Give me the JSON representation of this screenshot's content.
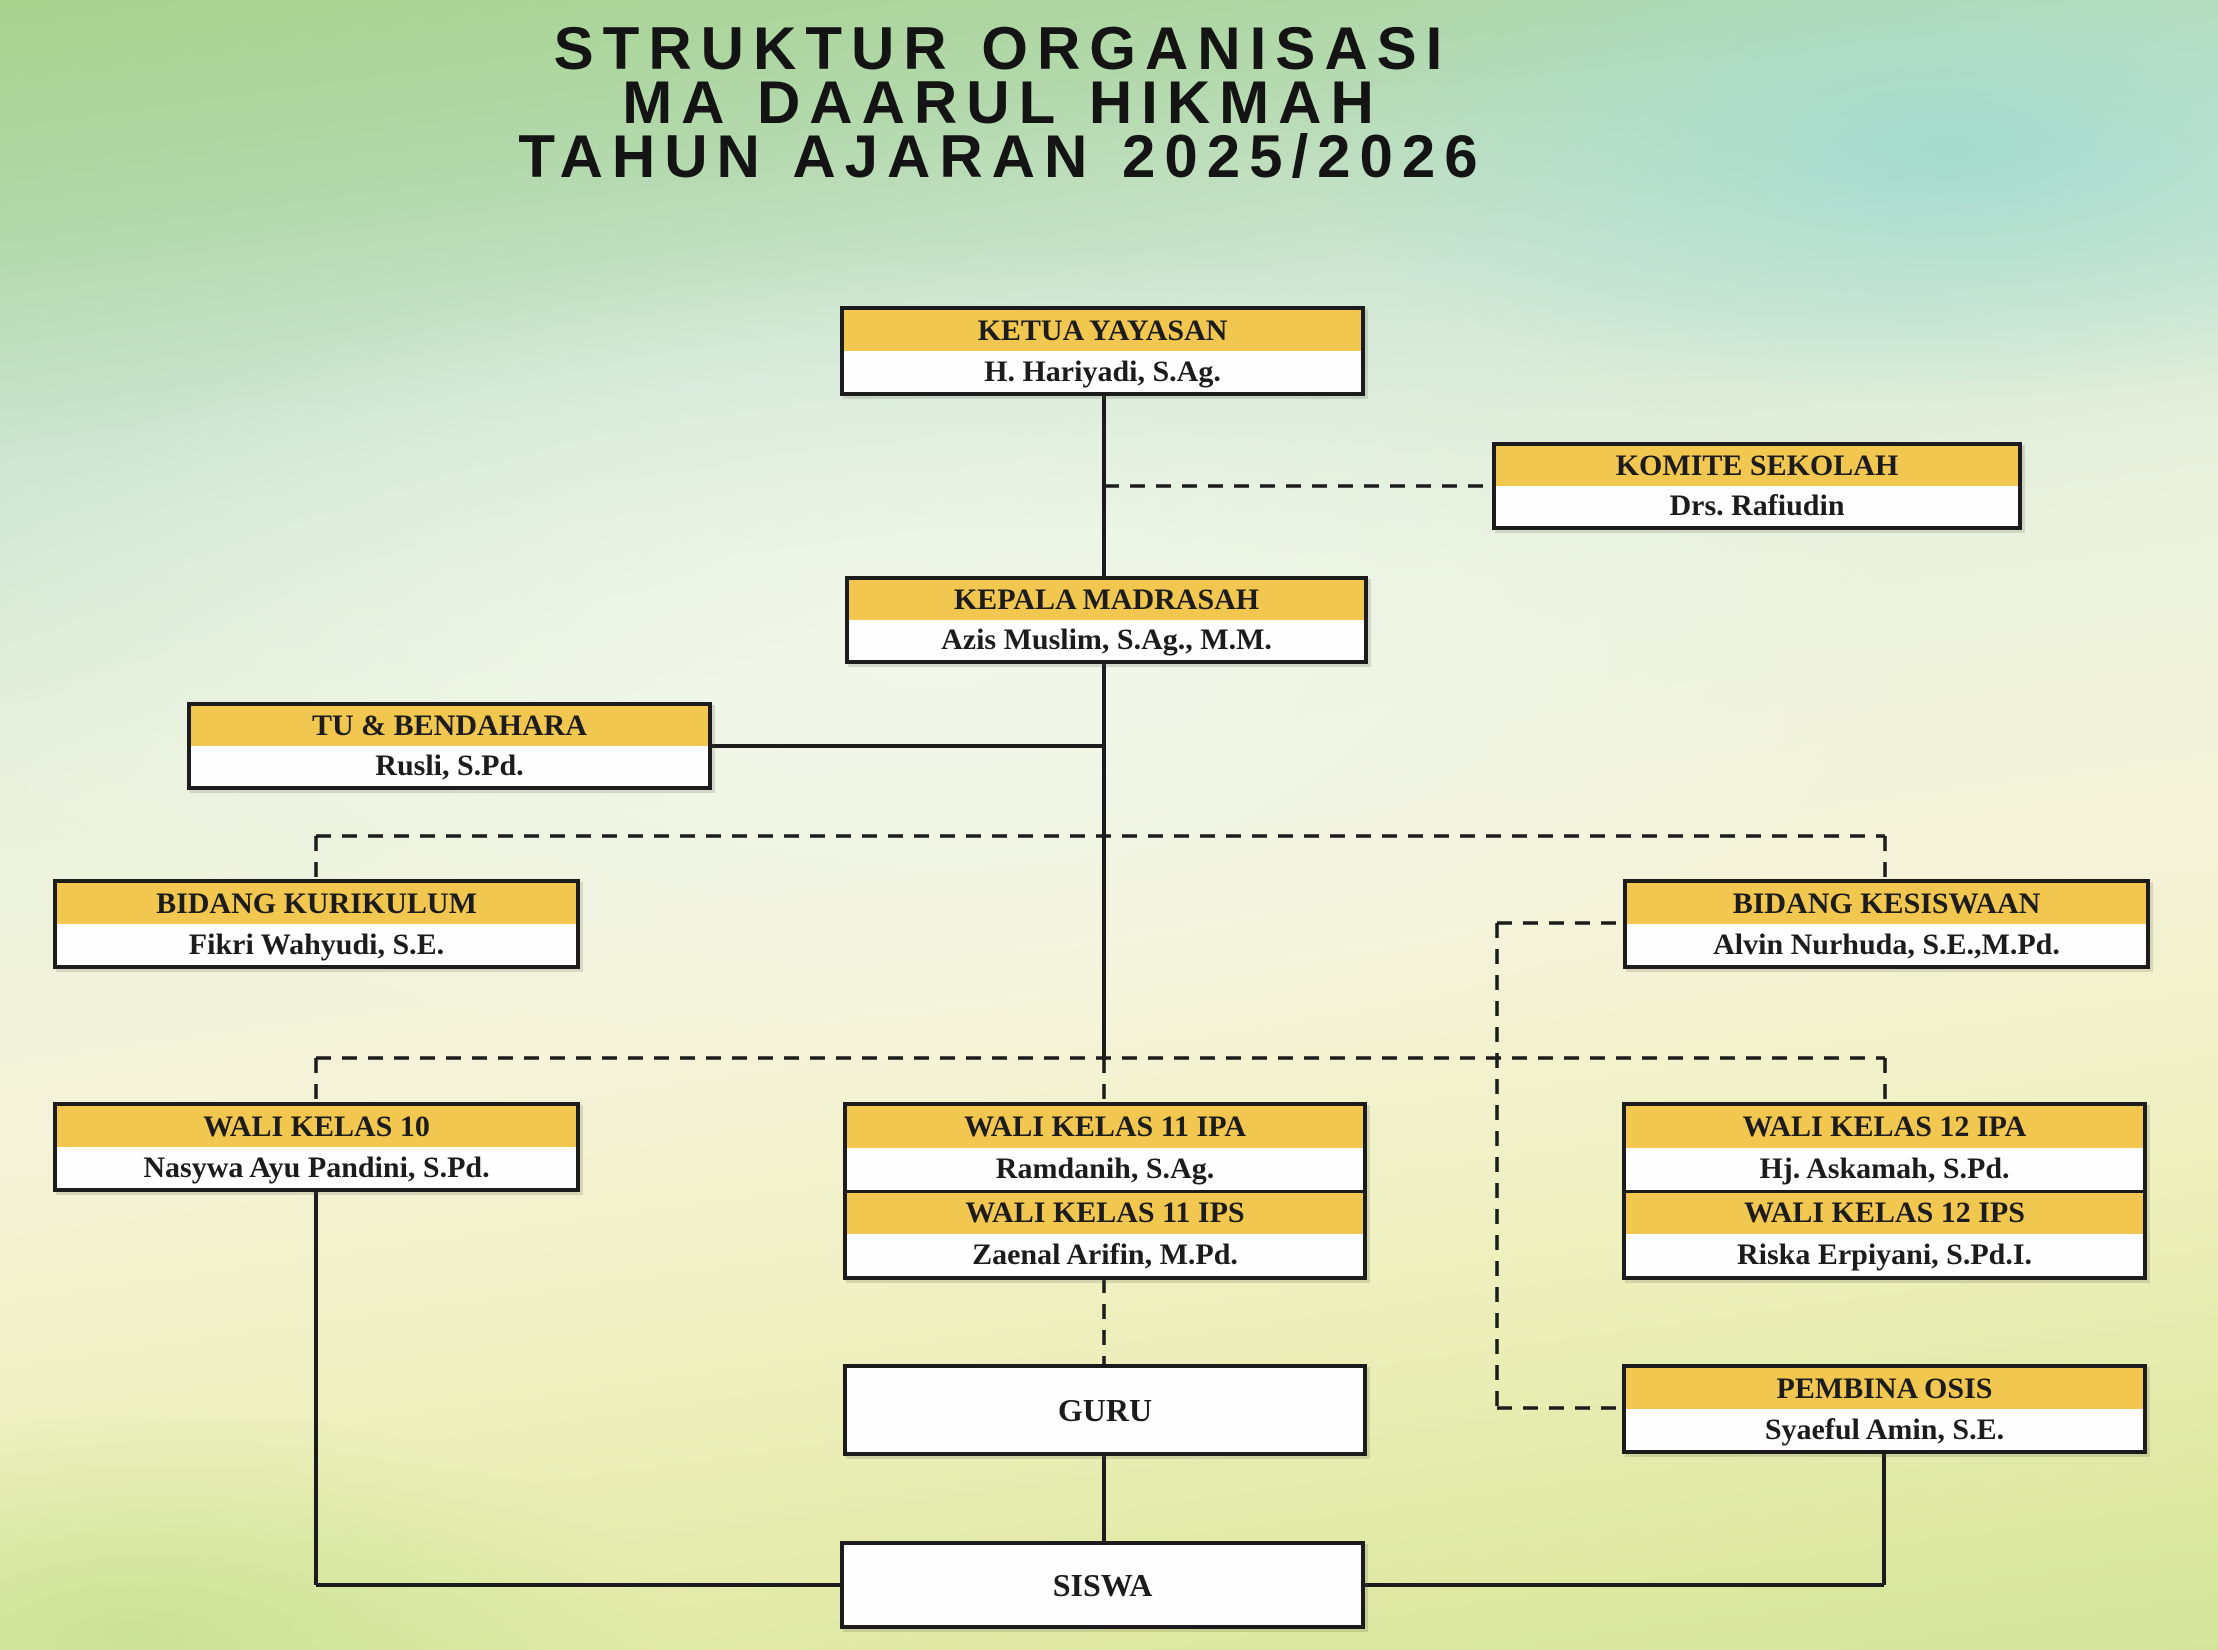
{
  "title": {
    "line1": "STRUKTUR ORGANISASI",
    "line2": "MA DAARUL HIKMAH",
    "line3": "TAHUN AJARAN 2025/2026"
  },
  "colors": {
    "header_bg": "#F2C750",
    "box_bg": "#FFFFFF",
    "line_and_border": "#1C1C1C",
    "background_green": "#A6D28D",
    "background_teal": "#A3DBCE",
    "background_yellow_green": "#DDE8A2"
  },
  "boxes": {
    "ketua_yayasan": {
      "title": "KETUA YAYASAN",
      "name": "H. Hariyadi, S.Ag."
    },
    "komite_sekolah": {
      "title": "KOMITE SEKOLAH",
      "name": "Drs. Rafiudin"
    },
    "kepala_madrasah": {
      "title": "KEPALA MADRASAH",
      "name": "Azis Muslim, S.Ag., M.M."
    },
    "tu_bendahara": {
      "title": "TU & BENDAHARA",
      "name": "Rusli, S.Pd."
    },
    "bidang_kurikulum": {
      "title": "BIDANG KURIKULUM",
      "name": "Fikri Wahyudi, S.E."
    },
    "bidang_kesiswaan": {
      "title": "BIDANG KESISWAAN",
      "name": "Alvin Nurhuda, S.E.,M.Pd."
    },
    "wali_kelas_10": {
      "title": "WALI KELAS 10",
      "name": "Nasywa Ayu Pandini, S.Pd."
    },
    "wali_kelas_11_ipa": {
      "title": "WALI KELAS 11 IPA",
      "name": "Ramdanih, S.Ag."
    },
    "wali_kelas_11_ips": {
      "title": "WALI KELAS 11 IPS",
      "name": "Zaenal Arifin, M.Pd."
    },
    "wali_kelas_12_ipa": {
      "title": "WALI KELAS 12 IPA",
      "name": "Hj. Askamah, S.Pd."
    },
    "wali_kelas_12_ips": {
      "title": "WALI KELAS 12 IPS",
      "name": "Riska Erpiyani, S.Pd.I."
    },
    "guru": {
      "title": "GURU"
    },
    "pembina_osis": {
      "title": "PEMBINA OSIS",
      "name": "Syaeful Amin, S.E."
    },
    "siswa": {
      "title": "SISWA"
    }
  }
}
